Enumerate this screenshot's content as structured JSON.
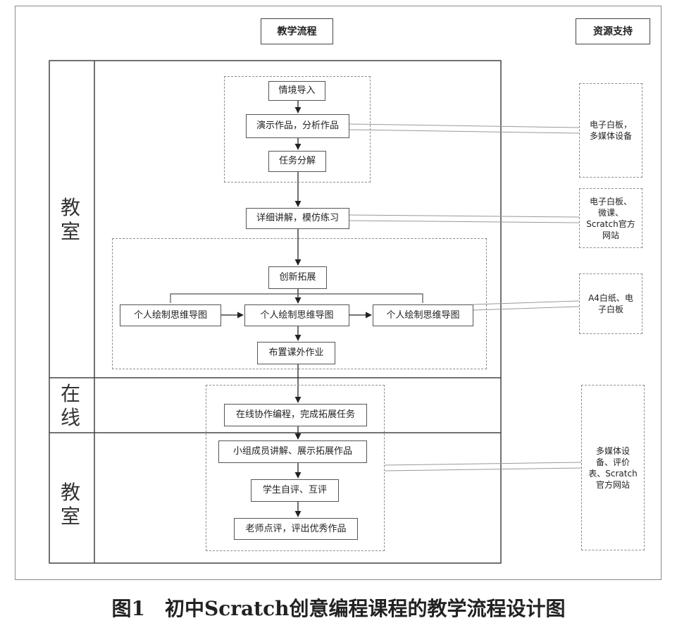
{
  "headers": {
    "flow": "教学流程",
    "resource": "资源支持"
  },
  "stages": [
    {
      "chars": [
        "教",
        "室"
      ]
    },
    {
      "chars": [
        "在",
        "线"
      ]
    },
    {
      "chars": [
        "教",
        "室"
      ]
    }
  ],
  "steps": {
    "intro": "情境导入",
    "demo": "演示作品，分析作品",
    "decompose": "任务分解",
    "explain": "详细讲解，模仿练习",
    "innovate": "创新拓展",
    "mindmap": [
      "个人绘制思维导图",
      "个人绘制思维导图",
      "个人绘制思维导图"
    ],
    "homework": "布置课外作业",
    "online": "在线协作编程，完成拓展任务",
    "present": "小组成员讲解、展示拓展作品",
    "selfeval": "学生自评、互评",
    "teacher": "老师点评，评出优秀作品"
  },
  "resources": [
    [
      "电子白板，",
      "多媒体设备"
    ],
    [
      "电子白板、",
      "微课、",
      "Scratch官方",
      "网站"
    ],
    [
      "A4白纸、电",
      "子白板"
    ],
    [
      "多媒体设",
      "备、评价",
      "表、Scratch",
      "官方网站"
    ]
  ],
  "caption": "图1　初中Scratch创意编程课程的教学流程设计图"
}
